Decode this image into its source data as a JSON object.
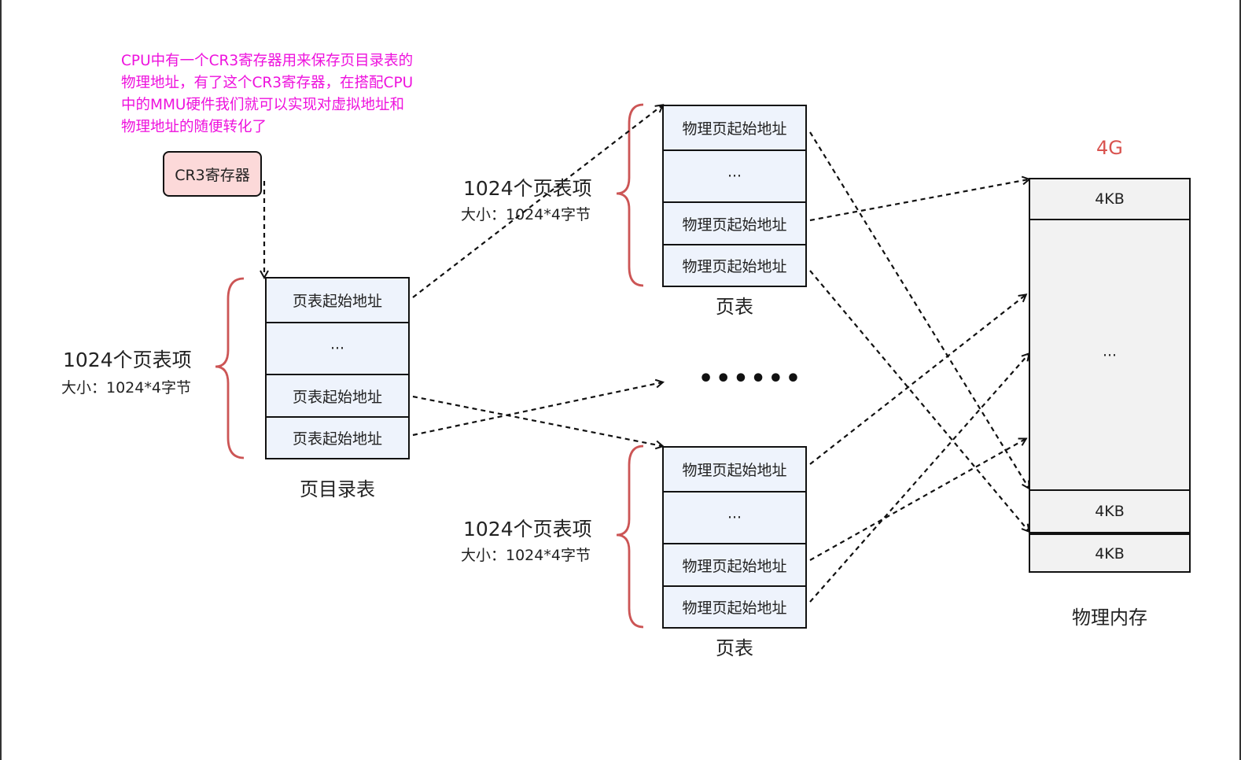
{
  "note": {
    "lines": [
      "CPU中有一个CR3寄存器用来保存页目录表的",
      "物理地址，有了这个CR3寄存器，在搭配CPU",
      "中的MMU硬件我们就可以实现对虚拟地址和",
      "物理地址的随便转化了"
    ]
  },
  "cr3": {
    "label": "CR3寄存器"
  },
  "page_directory": {
    "count": "1024个页表项",
    "size": "大小：1024*4字节",
    "cells": [
      "页表起始地址",
      "···",
      "页表起始地址",
      "页表起始地址"
    ],
    "caption": "页目录表"
  },
  "page_table_top": {
    "count": "1024个页表项",
    "size": "大小：1024*4字节",
    "cells": [
      "物理页起始地址",
      "···",
      "物理页起始地址",
      "物理页起始地址"
    ],
    "caption": "页表"
  },
  "page_table_bottom": {
    "count": "1024个页表项",
    "size": "大小：1024*4字节",
    "cells": [
      "物理页起始地址",
      "···",
      "物理页起始地址",
      "物理页起始地址"
    ],
    "caption": "页表"
  },
  "middle_ellipsis": "••••••",
  "memory": {
    "top_label": "4G",
    "cells": [
      "4KB",
      "···",
      "4KB",
      "4KB"
    ],
    "caption": "物理内存"
  },
  "colors": {
    "note": "#ee11dd",
    "brace": "#cc5555",
    "cell_bg": "#eef3fc",
    "cr3_bg": "#fcd9d9",
    "mem_bg": "#f2f2f2",
    "top_label": "#d9534f"
  }
}
